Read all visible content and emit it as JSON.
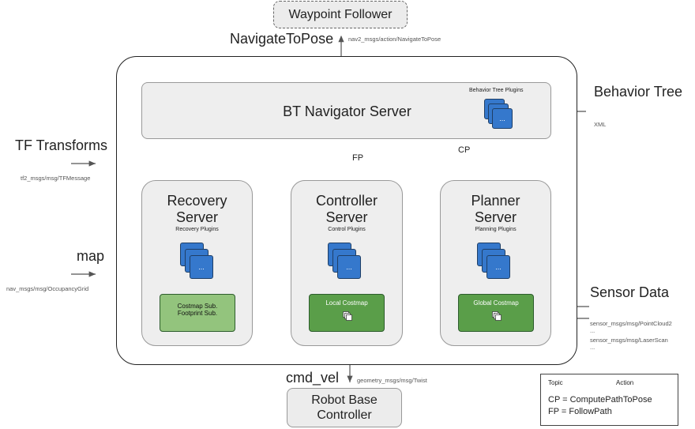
{
  "waypoint_follower": "Waypoint Follower",
  "navigate_to_pose": {
    "label": "NavigateToPose",
    "msg": "nav2_msgs/action/NavigateToPose"
  },
  "bt_navigator": {
    "title": "BT Navigator Server",
    "plugins": "Behavior Tree Plugins"
  },
  "behavior_tree": {
    "label": "Behavior Tree",
    "msg": "XML"
  },
  "tf_transforms": {
    "label": "TF Transforms",
    "msg": "tf2_msgs/msg/TFMessage"
  },
  "map": {
    "label": "map",
    "msg": "nav_msgs/msg/OccupancyGrid"
  },
  "sensor_data": {
    "label": "Sensor Data",
    "msgs": [
      "sensor_msgs/msg/PointCloud2",
      "...",
      "sensor_msgs/msg/LaserScan",
      "..."
    ]
  },
  "edge_labels": {
    "fp": "FP",
    "cp": "CP"
  },
  "recovery": {
    "title_line1": "Recovery",
    "title_line2": "Server",
    "plugins": "Recovery Plugins",
    "costmap_line1": "Costmap Sub.",
    "costmap_line2": "Footprint Sub."
  },
  "controller": {
    "title_line1": "Controller",
    "title_line2": "Server",
    "plugins": "Control Plugins",
    "costmap": "Local Costmap"
  },
  "planner": {
    "title_line1": "Planner",
    "title_line2": "Server",
    "plugins": "Planning Plugins",
    "costmap": "Global Costmap"
  },
  "plugin_ellipsis": "...",
  "cmd_vel": {
    "label": "cmd_vel",
    "msg": "geometry_msgs/msg/Twist"
  },
  "robot_base": {
    "line1": "Robot Base",
    "line2": "Controller"
  },
  "legend": {
    "topic": "Topic",
    "action": "Action",
    "cp": "CP = ComputePathToPose",
    "fp": "FP = FollowPath"
  },
  "colors": {
    "plugin_blue": "#3578cc",
    "dark_green": "#5a9e49",
    "light_green": "#93c47d",
    "server_gray": "#eeeeee"
  }
}
